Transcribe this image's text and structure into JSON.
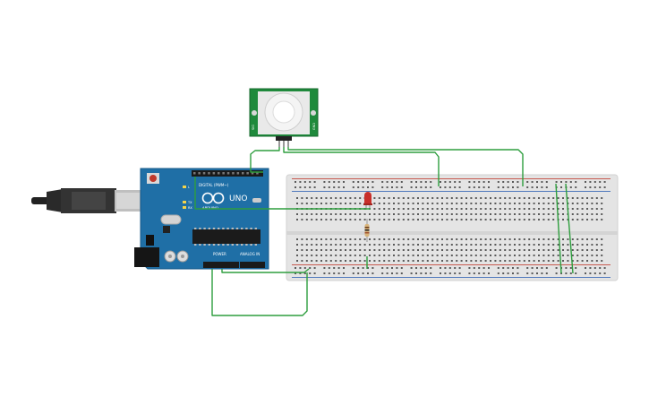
{
  "arduino": {
    "model": "UNO",
    "brand": "ARDUINO",
    "header_digital": "DIGITAL (PWM~)",
    "header_power": "POWER",
    "header_analog": "ANALOG IN",
    "led_tx": "TX",
    "led_rx": "RX",
    "led_l": "L"
  },
  "pir_sensor": {
    "side_left": "SIG",
    "side_right": "GND"
  },
  "colors": {
    "board": "#1f6fa6",
    "wire": "#2e9e3e",
    "breadboard": "#e6e6e6",
    "pir_pcb": "#1f8a3c",
    "led": "#c8302a"
  }
}
